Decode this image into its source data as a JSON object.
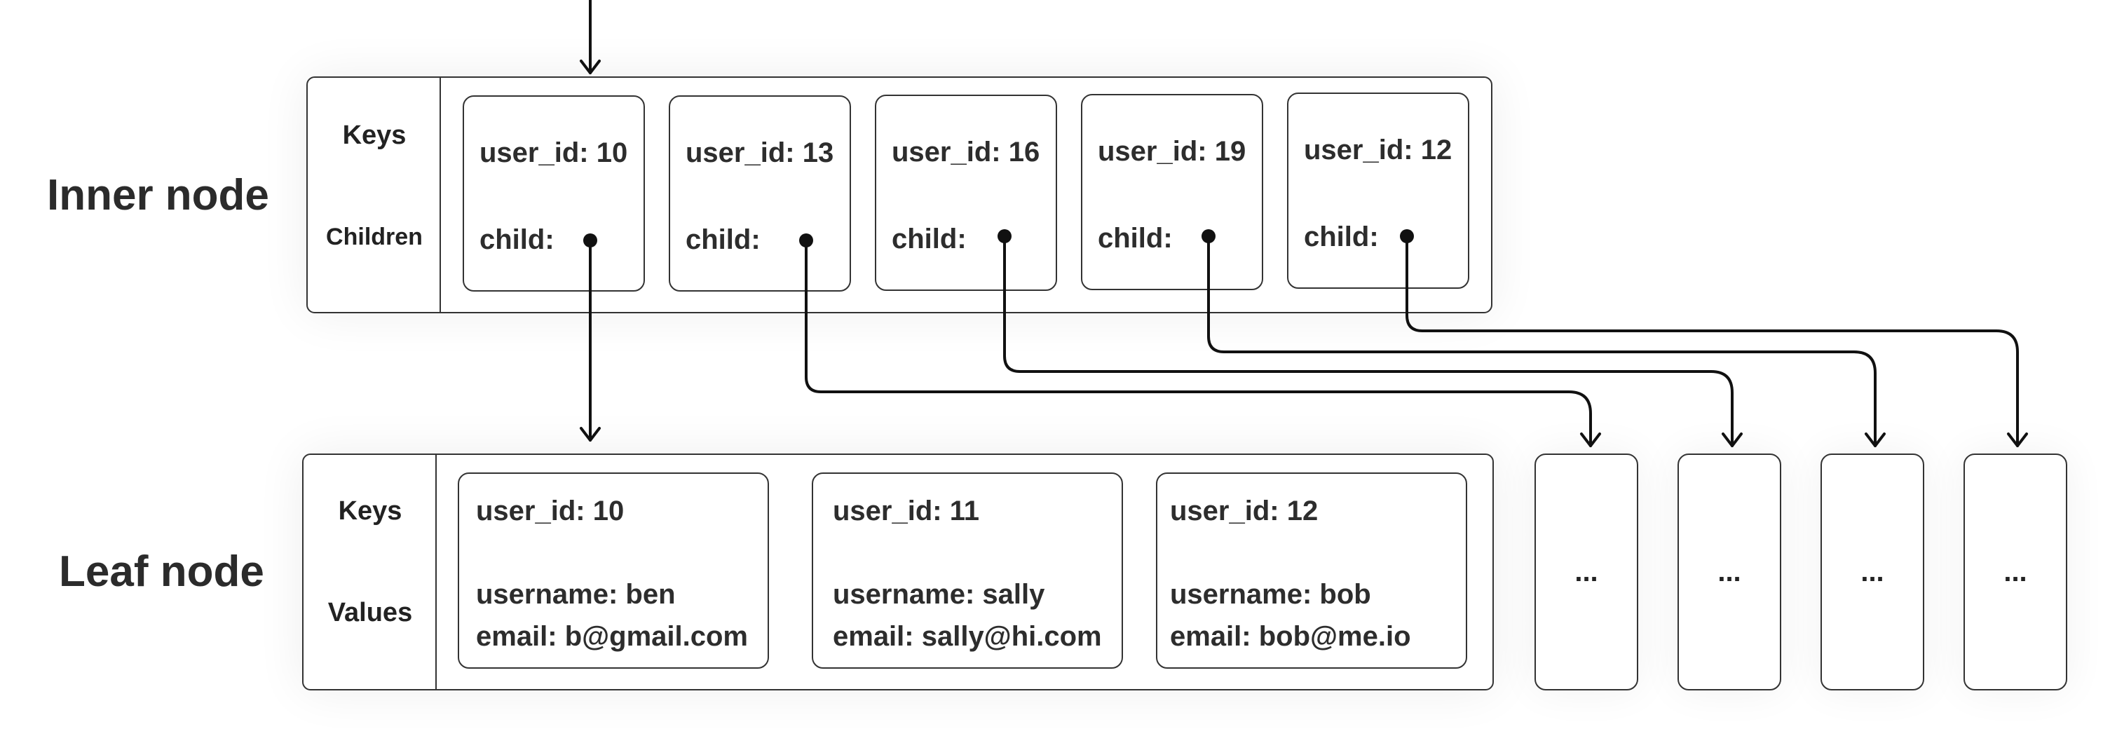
{
  "inner_node": {
    "title": "Inner node",
    "keys_label": "Keys",
    "children_label": "Children",
    "cells": [
      {
        "key": "user_id: 10",
        "child": "child:"
      },
      {
        "key": "user_id: 13",
        "child": "child:"
      },
      {
        "key": "user_id: 16",
        "child": "child:"
      },
      {
        "key": "user_id: 19",
        "child": "child:"
      },
      {
        "key": "user_id: 12",
        "child": "child:"
      }
    ]
  },
  "leaf_node": {
    "title": "Leaf node",
    "keys_label": "Keys",
    "values_label": "Values",
    "cells": [
      {
        "key": "user_id: 10",
        "username": "username: ben",
        "email": "email: b@gmail.com"
      },
      {
        "key": "user_id: 11",
        "username": "username: sally",
        "email": "email: sally@hi.com"
      },
      {
        "key": "user_id: 12",
        "username": "username: bob",
        "email": "email: bob@me.io"
      }
    ]
  },
  "other_leaves": [
    "...",
    "...",
    "...",
    "..."
  ]
}
